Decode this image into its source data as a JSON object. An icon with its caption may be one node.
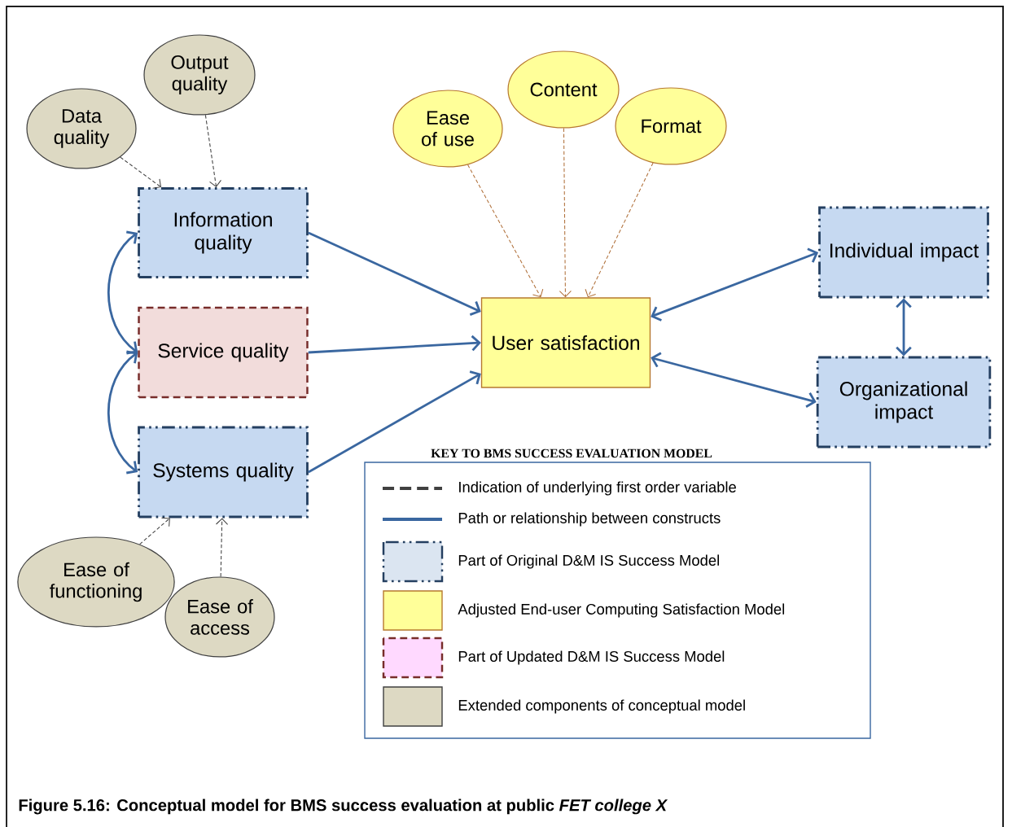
{
  "diagram": {
    "caption": "Figure 5.16:   Conceptual model for BMS success evaluation at public *FET college X*",
    "nodes": [
      {
        "text": [
          "Output quality"
        ]
      },
      {
        "text": [
          "Data quality"
        ]
      },
      {
        "text": [
          "Information quality"
        ]
      },
      {
        "text": [
          "Service quality"
        ]
      },
      {
        "text": [
          "Systems quality"
        ]
      },
      {
        "text": [
          "Ease of functioning"
        ]
      },
      {
        "text": [
          "Ease of access"
        ]
      },
      {
        "text": [
          "Ease of use"
        ]
      },
      {
        "text": [
          "Content"
        ]
      },
      {
        "text": [
          "Format"
        ]
      },
      {
        "text": [
          "User satisfaction"
        ]
      },
      {
        "text": [
          "Individual impact"
        ]
      },
      {
        "text": [
          "Organizational impact"
        ]
      }
    ],
    "edges": [
      {
        "from": 1,
        "to": 2,
        "arrow": "to",
        "style": "dashed",
        "color": "#404040"
      },
      {
        "from": 0,
        "to": 2,
        "arrow": "to",
        "style": "dashed",
        "color": "#404040"
      },
      {
        "from": 5,
        "to": 4,
        "arrow": "to",
        "style": "dashed",
        "color": "#404040"
      },
      {
        "from": 6,
        "to": 4,
        "arrow": "to",
        "style": "dashed",
        "color": "#404040"
      },
      {
        "from": 7,
        "to": 10,
        "arrow": "to",
        "style": "dashed",
        "color": "#b0703a"
      },
      {
        "from": 8,
        "to": 10,
        "arrow": "to",
        "style": "dashed",
        "color": "#b0703a"
      },
      {
        "from": 9,
        "to": 10,
        "arrow": "to",
        "style": "dashed",
        "color": "#b0703a"
      },
      {
        "from": 2,
        "to": 10,
        "arrow": "to"
      },
      {
        "from": 3,
        "to": 10,
        "arrow": "to"
      },
      {
        "from": 4,
        "to": 10,
        "arrow": "to"
      },
      {
        "from": 10,
        "to": 11,
        "arrow": "both"
      },
      {
        "from": 10,
        "to": 12,
        "arrow": "both"
      },
      {
        "from": 11,
        "to": 12,
        "arrow": "both"
      },
      {
        "from": 2,
        "to": 3,
        "arrow": "both"
      },
      {
        "from": 3,
        "to": 4,
        "arrow": "both"
      }
    ],
    "labels": [
      "KEY TO BMS SUCCESS EVALUATION MODEL"
    ],
    "legend": [
      {
        "text": "Indication of underlying first order variable"
      },
      {
        "text": "Path or relationship between constructs"
      },
      {
        "text": "Part of Original D&M IS Success Model",
        "color": "#dbe5f1"
      },
      {
        "text": "Adjusted End-user Computing Satisfaction Model",
        "color": "#ffff99"
      },
      {
        "text": "Part of Updated D&M IS Success Model",
        "color": "#ffd9ff"
      },
      {
        "text": "Extended components of conceptual model",
        "color": "#ddd9c3"
      }
    ]
  }
}
